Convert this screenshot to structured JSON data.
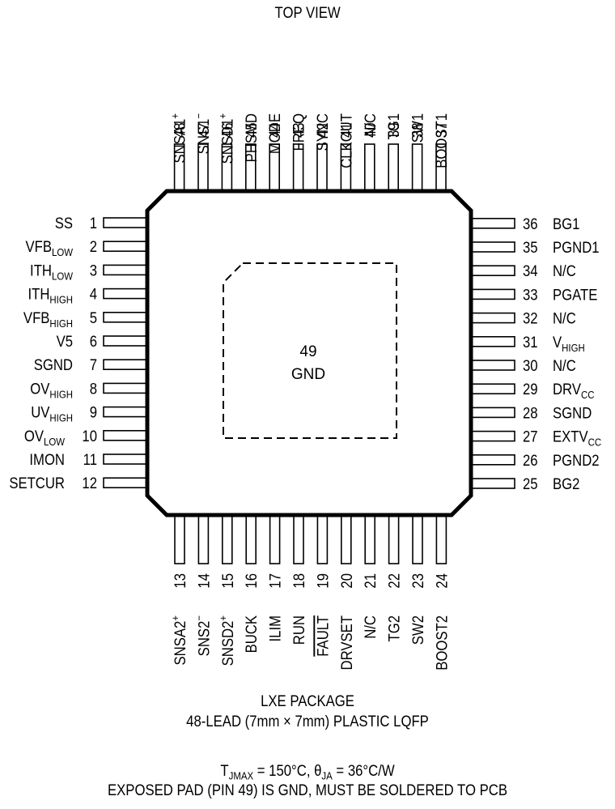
{
  "top_view_label": "TOP VIEW",
  "exposed_pad": {
    "number": "49",
    "name": "GND"
  },
  "pins": {
    "left": [
      {
        "number": "1",
        "name": "SS"
      },
      {
        "number": "2",
        "name": "VFB",
        "sub": "LOW"
      },
      {
        "number": "3",
        "name": "ITH",
        "sub": "LOW"
      },
      {
        "number": "4",
        "name": "ITH",
        "sub": "HIGH"
      },
      {
        "number": "5",
        "name": "VFB",
        "sub": "HIGH"
      },
      {
        "number": "6",
        "name": "V5"
      },
      {
        "number": "7",
        "name": "SGND"
      },
      {
        "number": "8",
        "name": "OV",
        "sub": "HIGH"
      },
      {
        "number": "9",
        "name": "UV",
        "sub": "HIGH"
      },
      {
        "number": "10",
        "name": "OV",
        "sub": "LOW"
      },
      {
        "number": "11",
        "name": "IMON"
      },
      {
        "number": "12",
        "name": "SETCUR"
      }
    ],
    "bottom": [
      {
        "number": "13",
        "name": "SNSA2",
        "sup": "+"
      },
      {
        "number": "14",
        "name": "SNS2",
        "sup": "−"
      },
      {
        "number": "15",
        "name": "SNSD2",
        "sup": "+"
      },
      {
        "number": "16",
        "name": "BUCK"
      },
      {
        "number": "17",
        "name": "ILIM"
      },
      {
        "number": "18",
        "name": "RUN"
      },
      {
        "number": "19",
        "name": "FAULT",
        "overline": true
      },
      {
        "number": "20",
        "name": "DRVSET"
      },
      {
        "number": "21",
        "name": "N/C"
      },
      {
        "number": "22",
        "name": "TG2"
      },
      {
        "number": "23",
        "name": "SW2"
      },
      {
        "number": "24",
        "name": "BOOST2"
      }
    ],
    "right": [
      {
        "number": "25",
        "name": "BG2"
      },
      {
        "number": "26",
        "name": "PGND2"
      },
      {
        "number": "27",
        "name": "EXTV",
        "sub": "CC"
      },
      {
        "number": "28",
        "name": "SGND"
      },
      {
        "number": "29",
        "name": "DRV",
        "sub": "CC"
      },
      {
        "number": "30",
        "name": "N/C"
      },
      {
        "number": "31",
        "name": "V",
        "sub": "HIGH"
      },
      {
        "number": "32",
        "name": "N/C"
      },
      {
        "number": "33",
        "name": "PGATE"
      },
      {
        "number": "34",
        "name": "N/C"
      },
      {
        "number": "35",
        "name": "PGND1"
      },
      {
        "number": "36",
        "name": "BG1"
      }
    ],
    "top": [
      {
        "number": "37",
        "name": "BOOST1"
      },
      {
        "number": "38",
        "name": "SW1"
      },
      {
        "number": "39",
        "name": "TG1"
      },
      {
        "number": "40",
        "name": "N/C"
      },
      {
        "number": "41",
        "name": "CLKOUT"
      },
      {
        "number": "42",
        "name": "SYNC"
      },
      {
        "number": "43",
        "name": "FREQ"
      },
      {
        "number": "44",
        "name": "MODE"
      },
      {
        "number": "45",
        "name": "PHSMD"
      },
      {
        "number": "46",
        "name": "SNSD1",
        "sup": "+"
      },
      {
        "number": "47",
        "name": "SNS1",
        "sup": "−"
      },
      {
        "number": "48",
        "name": "SNSA1",
        "sup": "+"
      }
    ]
  },
  "caption": {
    "package": "LXE PACKAGE",
    "description": "48-LEAD (7mm × 7mm) PLASTIC LQFP",
    "thermal_tj": "T",
    "thermal_tj_sub": "JMAX",
    "thermal_tj_rest": " = 150°C, θ",
    "thermal_theta_sub": "JA",
    "thermal_theta_rest": " = 36°C/W",
    "exposed_pad_note": "EXPOSED PAD (PIN 49) IS GND, MUST BE SOLDERED TO PCB"
  }
}
